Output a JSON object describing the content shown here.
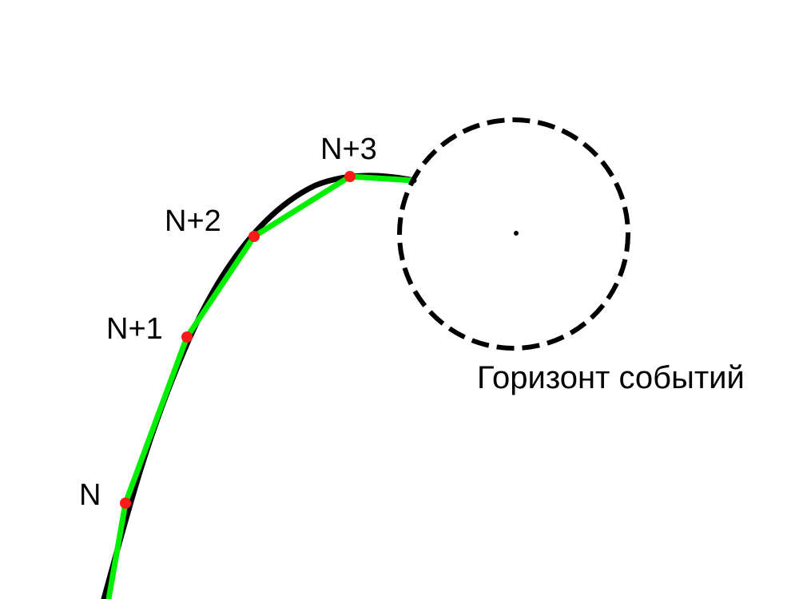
{
  "labels": {
    "point_n": "N",
    "point_n1": "N+1",
    "point_n2": "N+2",
    "point_n3": "N+3",
    "horizon": "Горизонт событий"
  },
  "colors": {
    "background": "#ffffff",
    "true_trajectory": "#000000",
    "approximation": "#00ee00",
    "sample_points": "#ff1a1a",
    "event_horizon": "#000000"
  }
}
